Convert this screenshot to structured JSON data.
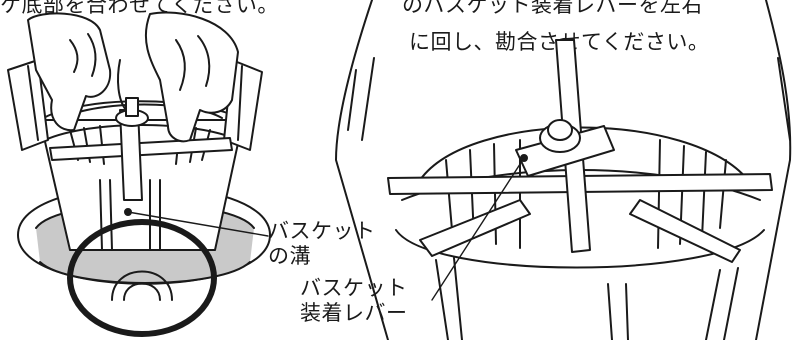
{
  "instructions": {
    "left_line": "ケ底部を合わせてください。",
    "right_line1": "のバスケット装着レバーを左右",
    "right_line2": "に回し、勘合させてください。"
  },
  "callouts": {
    "groove": {
      "line1": "バスケット",
      "line2": "の溝"
    },
    "lever": {
      "line1": "バスケット",
      "line2": "装着レバー"
    }
  }
}
